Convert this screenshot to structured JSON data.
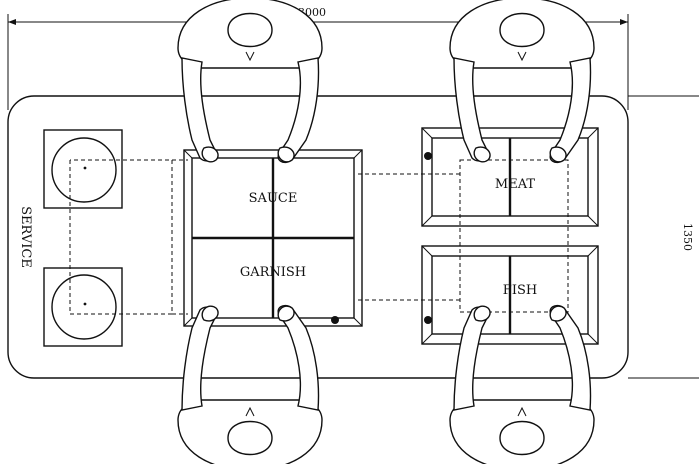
{
  "dimensions": {
    "width_label": "3000",
    "depth_label": "1350"
  },
  "labels": {
    "service": "SERVICE",
    "sauce": "SAUCE",
    "garnish": "GARNISH",
    "meat": "MEAT",
    "fish": "FISH"
  }
}
